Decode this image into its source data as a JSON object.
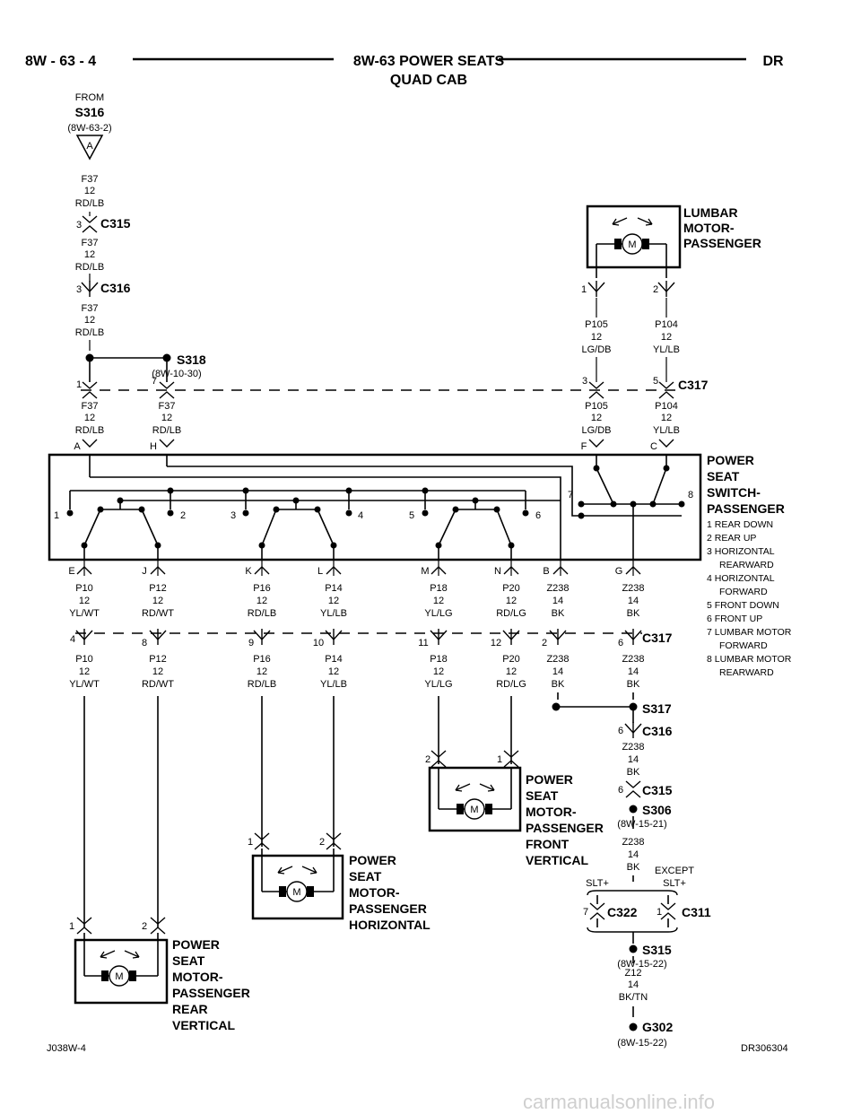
{
  "header": {
    "page": "8W - 63 - 4",
    "title": "8W-63 POWER SEATS",
    "subtitle": "QUAD CAB",
    "brand": "DR"
  },
  "source": {
    "from": "FROM",
    "splice": "S316",
    "ref": "(8W-63-2)",
    "letter": "A"
  },
  "f37": [
    {
      "l1": "F37",
      "l2": "12",
      "l3": "RD/LB"
    },
    {
      "l1": "F37",
      "l2": "12",
      "l3": "RD/LB"
    },
    {
      "l1": "F37",
      "l2": "12",
      "l3": "RD/LB"
    },
    {
      "l1": "F37",
      "l2": "12",
      "l3": "RD/LB"
    },
    {
      "l1": "F37",
      "l2": "12",
      "l3": "RD/LB"
    }
  ],
  "connectors": {
    "c315_top": {
      "name": "C315",
      "pin": "3"
    },
    "c316_top": {
      "name": "C316",
      "pin": "3"
    },
    "c317_top": {
      "name": "C317",
      "pins": [
        "1",
        "7",
        "3",
        "5"
      ]
    },
    "c317_bottom": {
      "name": "C317",
      "pins": [
        "4",
        "8",
        "9",
        "10",
        "11",
        "12",
        "2",
        "6"
      ]
    },
    "c316_bottom": {
      "name": "C316",
      "pin": "6"
    },
    "c315_bottom": {
      "name": "C315",
      "pin": "6"
    },
    "c322": {
      "name": "C322",
      "pin": "7"
    },
    "c311": {
      "name": "C311",
      "pin": "1"
    }
  },
  "splices": {
    "s318": {
      "name": "S318",
      "ref": "(8W-10-30)"
    },
    "s317": {
      "name": "S317"
    },
    "s306": {
      "name": "S306",
      "ref": "(8W-15-21)"
    },
    "s315": {
      "name": "S315",
      "ref": "(8W-15-22)"
    },
    "g302": {
      "name": "G302",
      "ref": "(8W-15-22)"
    }
  },
  "lumbar": {
    "label": [
      "LUMBAR",
      "MOTOR-",
      "PASSENGER"
    ],
    "pins": [
      "1",
      "2"
    ],
    "motor": "M",
    "wires_upper": [
      {
        "l1": "P105",
        "l2": "12",
        "l3": "LG/DB"
      },
      {
        "l1": "P104",
        "l2": "12",
        "l3": "YL/LB"
      }
    ],
    "wires_lower": [
      {
        "l1": "P105",
        "l2": "12",
        "l3": "LG/DB"
      },
      {
        "l1": "P104",
        "l2": "12",
        "l3": "YL/LB"
      }
    ]
  },
  "switch": {
    "label": [
      "POWER",
      "SEAT",
      "SWITCH-",
      "PASSENGER"
    ],
    "legend": [
      "1 REAR DOWN",
      "2 REAR UP",
      "3 HORIZONTAL",
      "REARWARD",
      "4 HORIZONTAL",
      "FORWARD",
      "5 FRONT DOWN",
      "6 FRONT UP",
      "7 LUMBAR MOTOR",
      "FORWARD",
      "8 LUMBAR MOTOR",
      "REARWARD"
    ],
    "top_pins": [
      "A",
      "H",
      "F",
      "C"
    ],
    "numbers": [
      "1",
      "2",
      "3",
      "4",
      "5",
      "6",
      "7",
      "8"
    ],
    "bottom_pins": [
      "E",
      "J",
      "K",
      "L",
      "M",
      "N",
      "B",
      "G"
    ]
  },
  "bottom_wires_upper": [
    {
      "l1": "P10",
      "l2": "12",
      "l3": "YL/WT"
    },
    {
      "l1": "P12",
      "l2": "12",
      "l3": "RD/WT"
    },
    {
      "l1": "P16",
      "l2": "12",
      "l3": "RD/LB"
    },
    {
      "l1": "P14",
      "l2": "12",
      "l3": "YL/LB"
    },
    {
      "l1": "P18",
      "l2": "12",
      "l3": "YL/LG"
    },
    {
      "l1": "P20",
      "l2": "12",
      "l3": "RD/LG"
    },
    {
      "l1": "Z238",
      "l2": "14",
      "l3": "BK"
    },
    {
      "l1": "Z238",
      "l2": "14",
      "l3": "BK"
    }
  ],
  "bottom_wires_lower": [
    {
      "l1": "P10",
      "l2": "12",
      "l3": "YL/WT"
    },
    {
      "l1": "P12",
      "l2": "12",
      "l3": "RD/WT"
    },
    {
      "l1": "P16",
      "l2": "12",
      "l3": "RD/LB"
    },
    {
      "l1": "P14",
      "l2": "12",
      "l3": "YL/LB"
    },
    {
      "l1": "P18",
      "l2": "12",
      "l3": "YL/LG"
    },
    {
      "l1": "P20",
      "l2": "12",
      "l3": "RD/LG"
    },
    {
      "l1": "Z238",
      "l2": "14",
      "l3": "BK"
    },
    {
      "l1": "Z238",
      "l2": "14",
      "l3": "BK"
    }
  ],
  "ground_wires": [
    {
      "l1": "Z238",
      "l2": "14",
      "l3": "BK"
    },
    {
      "l1": "Z238",
      "l2": "14",
      "l3": "BK"
    },
    {
      "l1": "Z12",
      "l2": "14",
      "l3": "BK/TN"
    }
  ],
  "options": {
    "left": "SLT+",
    "right_l1": "EXCEPT",
    "right_l2": "SLT+"
  },
  "motors": {
    "rear_vertical": {
      "label": [
        "POWER",
        "SEAT",
        "MOTOR-",
        "PASSENGER",
        "REAR",
        "VERTICAL"
      ],
      "pins": [
        "1",
        "2"
      ],
      "motor": "M"
    },
    "horizontal": {
      "label": [
        "POWER",
        "SEAT",
        "MOTOR-",
        "PASSENGER",
        "HORIZONTAL"
      ],
      "pins": [
        "1",
        "2"
      ],
      "motor": "M"
    },
    "front_vertical": {
      "label": [
        "POWER",
        "SEAT",
        "MOTOR-",
        "PASSENGER",
        "FRONT",
        "VERTICAL"
      ],
      "pins": [
        "2",
        "1"
      ],
      "motor": "M"
    }
  },
  "footer": {
    "left": "J038W-4",
    "right": "DR306304"
  },
  "watermark": "carmanualsonline.info"
}
